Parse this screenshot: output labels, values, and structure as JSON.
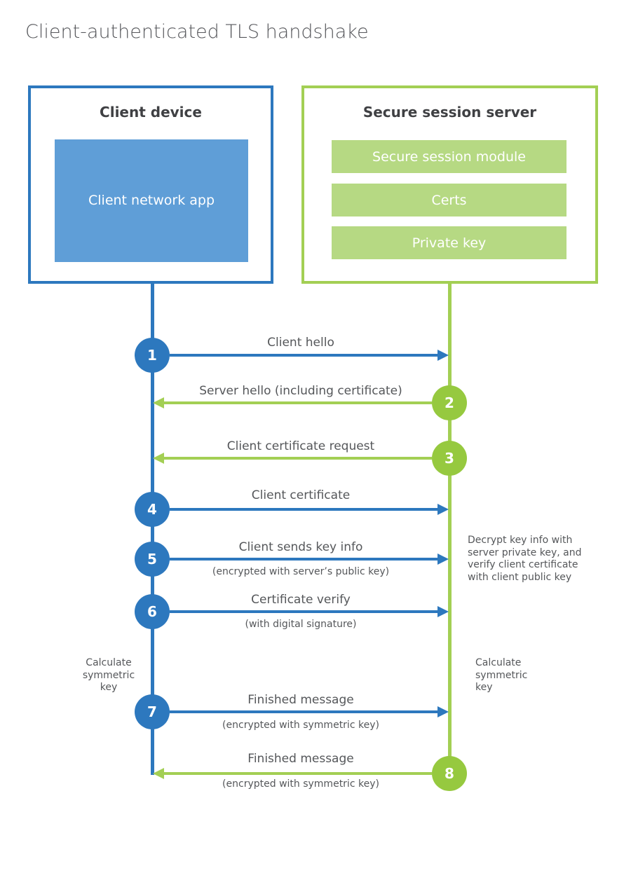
{
  "page_title": "Client-authenticated TLS handshake",
  "colors": {
    "client_accent": "#2d78be",
    "client_fill": "#5f9ed7",
    "server_accent": "#a3cf54",
    "server_circle": "#96c93f",
    "server_fill": "#b6d983",
    "heading_text": "#3f4043",
    "body_text": "#55575a"
  },
  "client": {
    "title": "Client device",
    "app_label": "Client network app"
  },
  "server": {
    "title": "Secure session server",
    "modules": [
      "Secure session module",
      "Certs",
      "Private key"
    ]
  },
  "sequence": [
    {
      "num": "1",
      "direction": "right",
      "label": "Client hello",
      "sublabel": ""
    },
    {
      "num": "2",
      "direction": "left",
      "label": "Server hello (including certificate)",
      "sublabel": ""
    },
    {
      "num": "3",
      "direction": "left",
      "label": "Client certificate request",
      "sublabel": ""
    },
    {
      "num": "4",
      "direction": "right",
      "label": "Client certificate",
      "sublabel": ""
    },
    {
      "num": "5",
      "direction": "right",
      "label": "Client sends key info",
      "sublabel": "(encrypted with server’s public key)"
    },
    {
      "num": "6",
      "direction": "right",
      "label": "Certificate verify",
      "sublabel": "(with digital signature)"
    },
    {
      "num": "7",
      "direction": "right",
      "label": "Finished message",
      "sublabel": "(encrypted with symmetric key)"
    },
    {
      "num": "8",
      "direction": "left",
      "label": "Finished message",
      "sublabel": "(encrypted with symmetric key)"
    }
  ],
  "annotations": {
    "decrypt_note": "Decrypt key info with server private key, and verify client certificate with client public key",
    "calc_left": "Calculate symmetric key",
    "calc_right": "Calculate symmetric key"
  }
}
